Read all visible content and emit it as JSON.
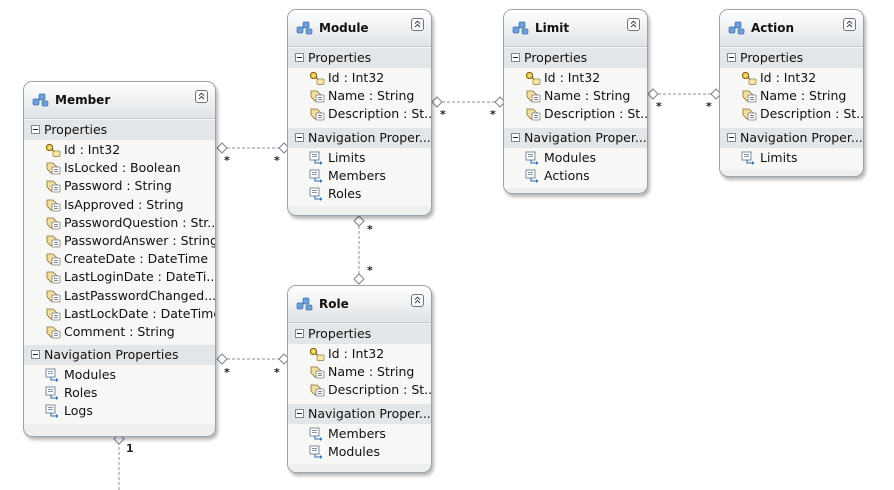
{
  "diagram": {
    "section_labels": {
      "properties": "Properties",
      "navigation_full": "Navigation Properties",
      "navigation_truncated": "Navigation Proper..."
    },
    "entities": {
      "member": {
        "title": "Member",
        "properties": [
          "Id : Int32",
          "IsLocked : Boolean",
          "Password : String",
          "IsApproved : String",
          "PasswordQuestion : Str...",
          "PasswordAnswer : String",
          "CreateDate : DateTime",
          "LastLoginDate : DateTi...",
          "LastPasswordChanged...",
          "LastLockDate : DateTime",
          "Comment : String"
        ],
        "navigation": [
          "Modules",
          "Roles",
          "Logs"
        ]
      },
      "module": {
        "title": "Module",
        "properties": [
          "Id : Int32",
          "Name : String",
          "Description : St..."
        ],
        "navigation": [
          "Limits",
          "Members",
          "Roles"
        ]
      },
      "limit": {
        "title": "Limit",
        "properties": [
          "Id : Int32",
          "Name : String",
          "Description : St..."
        ],
        "navigation": [
          "Modules",
          "Actions"
        ]
      },
      "action": {
        "title": "Action",
        "properties": [
          "Id : Int32",
          "Name : String",
          "Description : St..."
        ],
        "navigation": [
          "Limits"
        ]
      },
      "role": {
        "title": "Role",
        "properties": [
          "Id : Int32",
          "Name : String",
          "Description : St..."
        ],
        "navigation": [
          "Members",
          "Modules"
        ]
      }
    },
    "multiplicity": {
      "many": "*",
      "one": "1"
    }
  }
}
